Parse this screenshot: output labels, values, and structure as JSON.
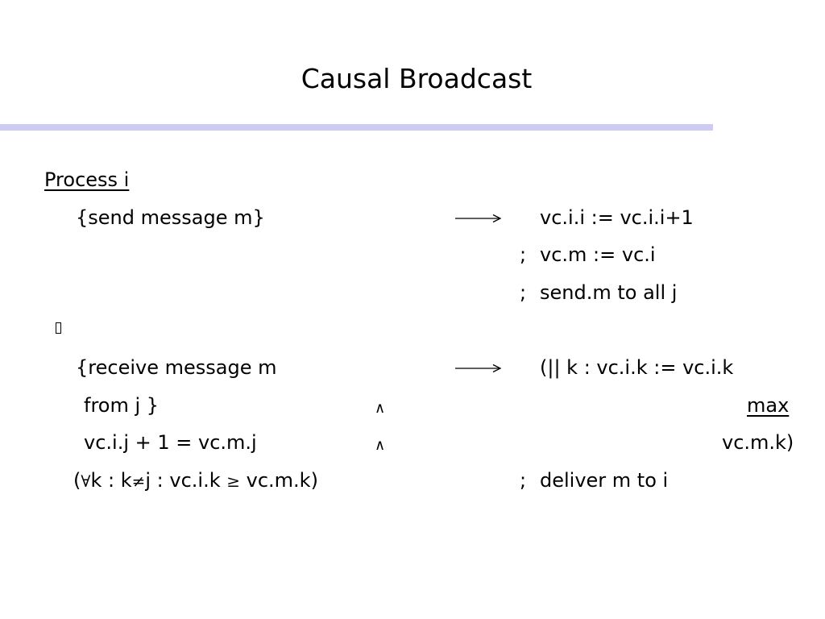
{
  "slide": {
    "title": "Causal Broadcast",
    "divider_color": "#cccbf3"
  },
  "program": {
    "heading": "Process i",
    "send_guard": "{send message m}",
    "send_action": "vc.i.i := vc.i.i+1",
    "sep1": ";",
    "send_action2": "vc.m := vc.i",
    "sep2": ";",
    "send_action3": "send.m to all j",
    "receive_guard1": "{receive message m",
    "receive_guard2": "from j }",
    "receive_guard3": "vc.i.j + 1 = vc.m.j",
    "receive_guard4_open": "(",
    "forall_symbol": "∀",
    "receive_guard4_a": "k : k",
    "neq_symbol": "≠",
    "receive_guard4_b": "j : vc.i.k",
    "geq_symbol": "≥",
    "receive_guard4_c": "vc.m.k)",
    "receive_action1": "(|| k : vc.i.k := vc.i.k",
    "receive_action2": "max",
    "receive_action3": "vc.m.k)",
    "sep3": ";",
    "receive_action4": "deliver m to i",
    "and_symbol_1": "∧",
    "and_symbol_2": "∧"
  },
  "icons": {
    "arrow": "long-right-arrow",
    "separator_box": "missing-glyph-box"
  }
}
